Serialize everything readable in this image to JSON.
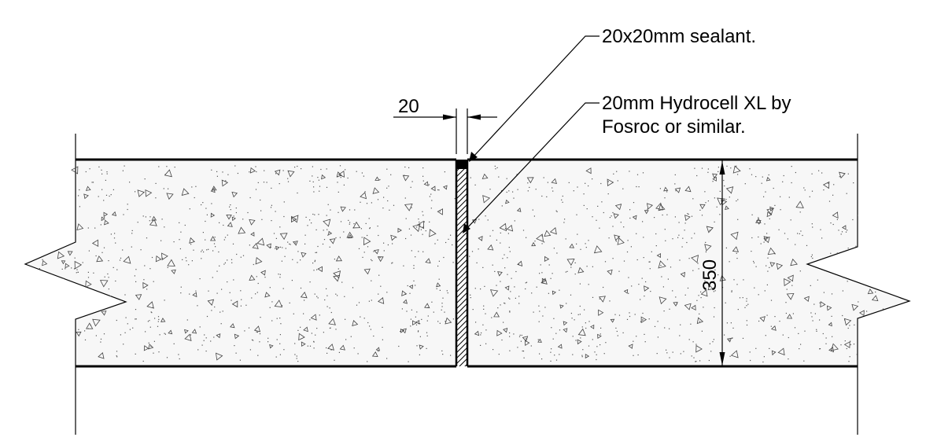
{
  "annotations": {
    "sealant": "20x20mm sealant.",
    "filler_line1": "20mm Hydrocell XL by",
    "filler_line2": "Fosroc or similar.",
    "joint_width": "20",
    "slab_depth": "350"
  },
  "colors": {
    "line": "#000000",
    "concrete_fill": "#f7f7f7",
    "background": "#ffffff"
  }
}
